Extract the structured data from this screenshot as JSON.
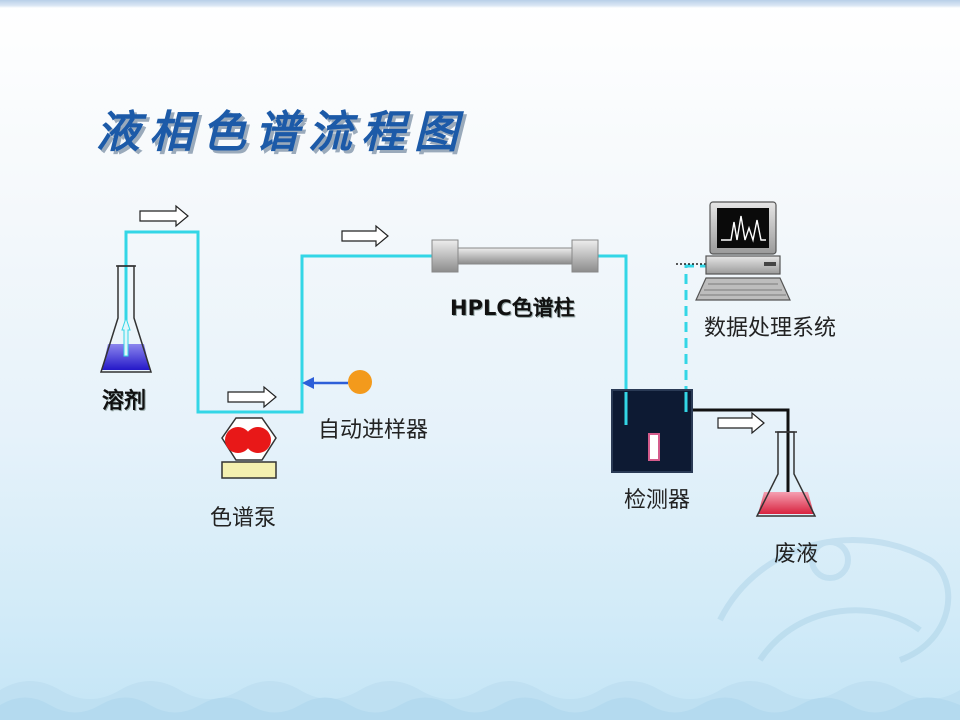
{
  "title": "液相色谱流程图",
  "labels": {
    "solvent": "溶剂",
    "pump": "色谱泵",
    "autosampler": "自动进样器",
    "column": "HPLC色谱柱",
    "data_system": "数据处理系统",
    "detector": "检测器",
    "waste": "废液"
  },
  "colors": {
    "tubing": "#33d6e6",
    "title": "#1c5aa8",
    "solvent_liquid": "#3a2bd0",
    "waste_liquid": "#e23a5a",
    "pump_head": "#e81818",
    "autosampler_dot": "#f39a1c",
    "autosampler_arrow": "#2d5fd8",
    "detector_body": "#0d1a33",
    "column_body": "#c9c9c9"
  }
}
